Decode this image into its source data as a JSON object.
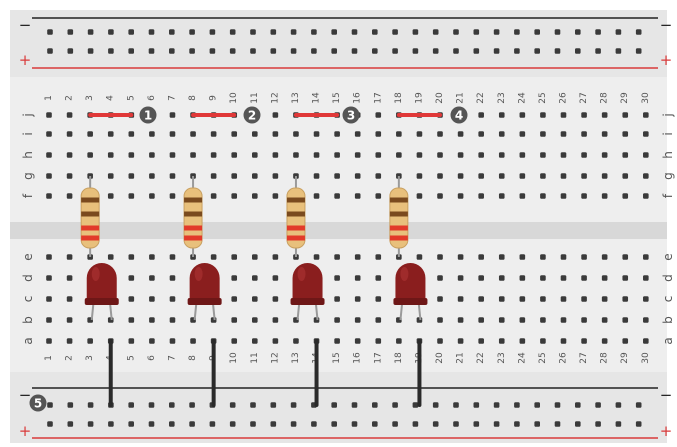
{
  "breadboard": {
    "columns": 30,
    "top_rows": [
      "j",
      "i",
      "h",
      "g",
      "f"
    ],
    "bottom_rows": [
      "e",
      "d",
      "c",
      "b",
      "a"
    ],
    "rail_minus": "−",
    "rail_plus": "+",
    "board_color": "#eeeeee",
    "rail_red": "#d93a3a",
    "rail_black": "#222222"
  },
  "callouts": [
    "1",
    "2",
    "3",
    "4",
    "5"
  ],
  "components": {
    "wires": 4,
    "resistors": 4,
    "leds": 4,
    "ground_jumpers": 4,
    "led_color": "#8a1e1e",
    "wire_color": "#e03838"
  }
}
